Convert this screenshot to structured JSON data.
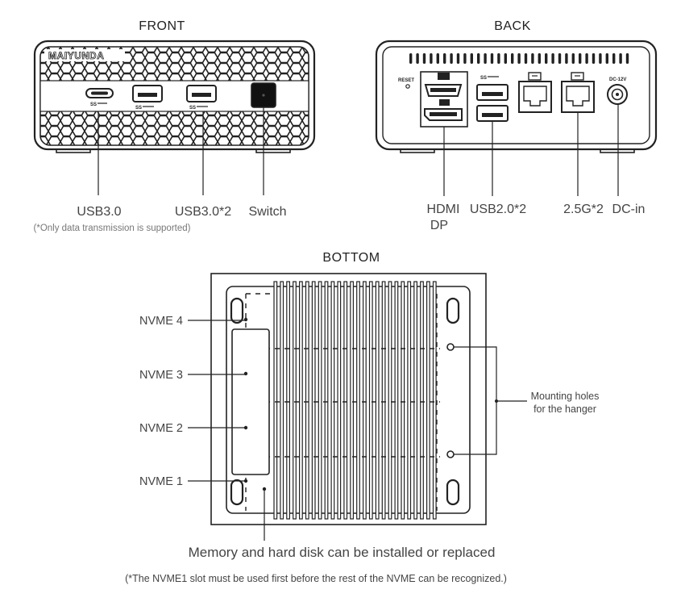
{
  "front": {
    "title": "FRONT",
    "brand": "MAIYUNDA",
    "labels": {
      "usb30": "USB3.0",
      "usb30x2": "USB3.0*2",
      "switch": "Switch",
      "note": "(*Only data transmission is supported)"
    }
  },
  "back": {
    "title": "BACK",
    "reset": "RESET",
    "dc_mark": "DC-12V",
    "labels": {
      "hdmi": "HDMI",
      "dp": "DP",
      "usb20x2": "USB2.0*2",
      "lan": "2.5G*2",
      "dcin": "DC-in"
    }
  },
  "bottom": {
    "title": "BOTTOM",
    "nvme": [
      "NVME 4",
      "NVME 3",
      "NVME 2",
      "NVME 1"
    ],
    "mount": [
      "Mounting holes",
      "for the hanger"
    ],
    "caption": "Memory and hard disk can be installed or replaced",
    "footnote": "(*The NVME1 slot must be used first before the rest of the NVME can be recognized.)"
  },
  "colors": {
    "line": "#222222",
    "text": "#444444",
    "note": "#777777"
  }
}
